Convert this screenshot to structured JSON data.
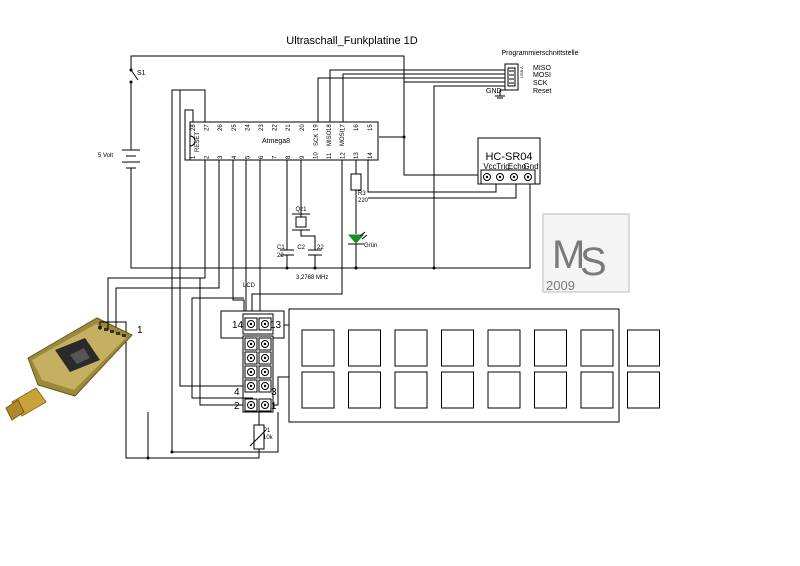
{
  "title": "Ultraschall_Funkplatine 1D",
  "programmer": {
    "title": "Programmierschnittstelle",
    "signals": [
      "MISO",
      "MOSI",
      "SCK",
      "Reset"
    ],
    "gnd": "GND",
    "usb_label": "USB A"
  },
  "switch_label": "S1",
  "battery_label": "5 Volt",
  "mcu": {
    "name": "Atmega8",
    "top_pins": [
      "28",
      "27",
      "26",
      "25",
      "24",
      "23",
      "22",
      "21",
      "20",
      "19",
      "18",
      "17",
      "16",
      "15"
    ],
    "bottom_pins": [
      "1",
      "2",
      "3",
      "4",
      "5",
      "6",
      "7",
      "8",
      "9",
      "10",
      "11",
      "12",
      "13",
      "14"
    ],
    "reset_label": "RESET",
    "top_signals": [
      "SCK",
      "MISO",
      "MOSI"
    ]
  },
  "sensor": {
    "name": "HC-SR04",
    "pins": [
      "Vcc",
      "Trig",
      "Echo",
      "Gnd"
    ]
  },
  "crystal": {
    "label": "Qz1",
    "freq": "3,2768 MHz",
    "c1_label": "C1",
    "c1_value": "22",
    "c2_label": "C2",
    "c2_value": "22"
  },
  "resistor": {
    "label": "R3",
    "value": "220"
  },
  "led_label": "Grün",
  "lcd": {
    "label": "LCD",
    "connector_numbers": [
      "14",
      "13",
      "4",
      "3",
      "2",
      "1"
    ],
    "digits": 8
  },
  "poti": {
    "label": "P1",
    "value": "10k"
  },
  "radio_module": {
    "pin_label": "1"
  },
  "logo": {
    "letters": "MS",
    "year": "2009"
  }
}
